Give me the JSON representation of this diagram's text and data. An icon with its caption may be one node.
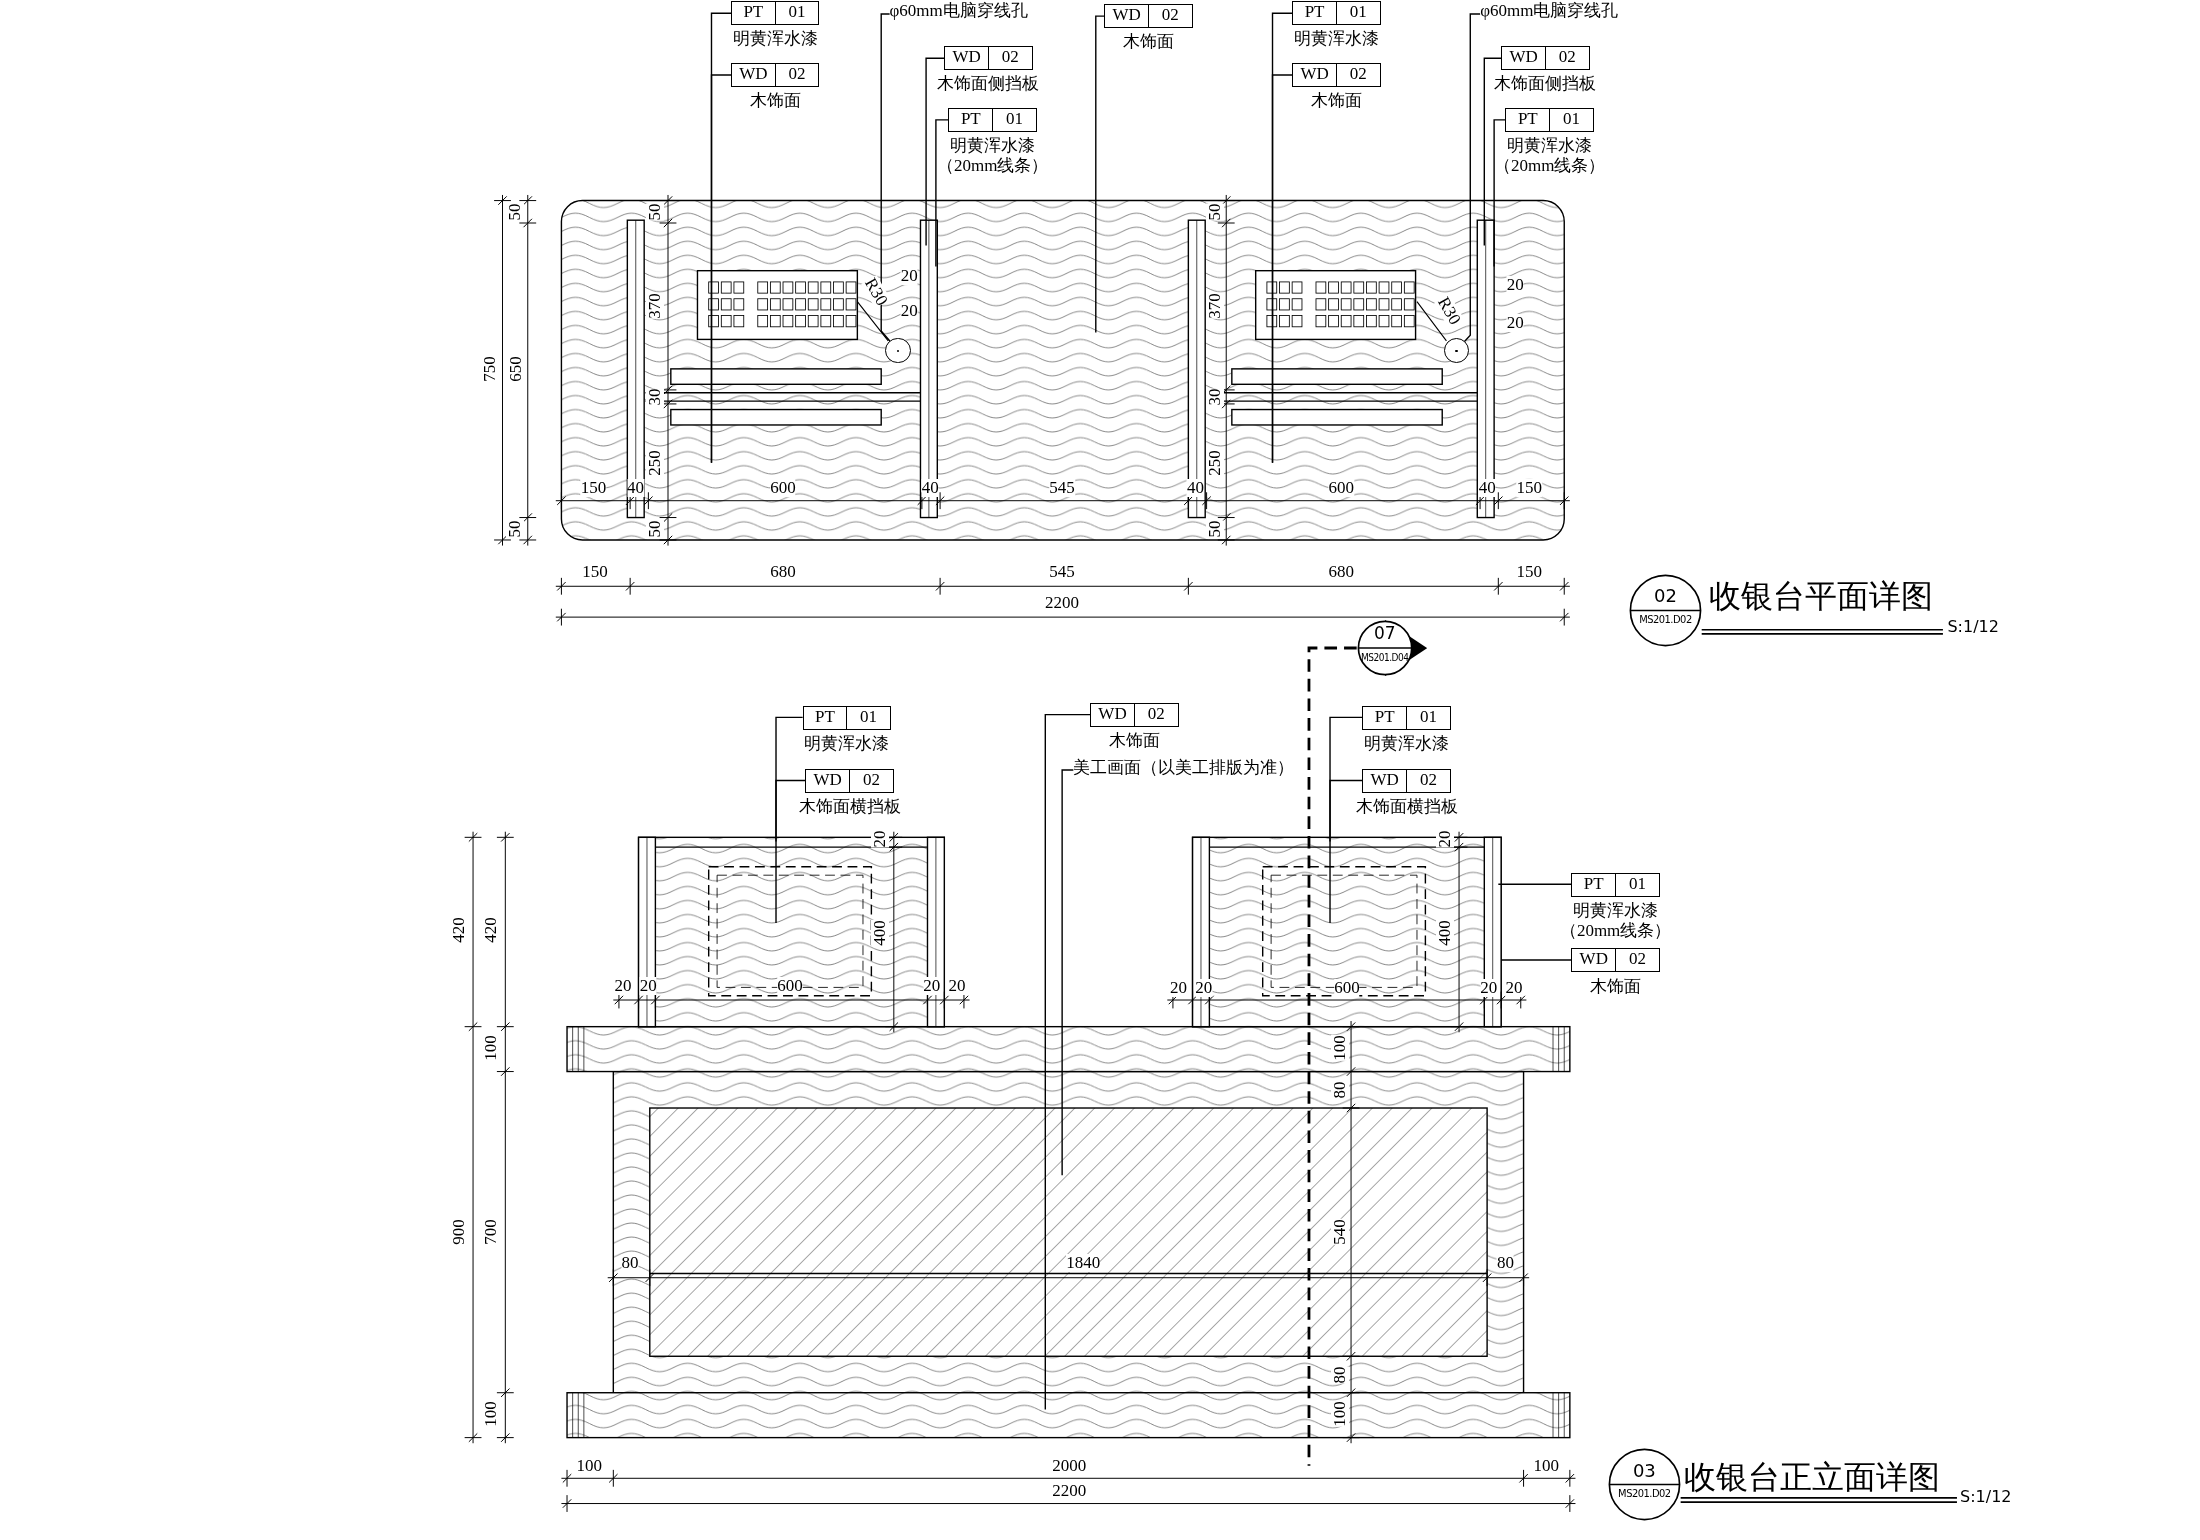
{
  "diagram": {
    "nodes": [
      {
        "text": [
          "PT",
          "01"
        ],
        "beside": [
          "明黄浑水漆"
        ]
      },
      {
        "text": [
          "WD",
          "02"
        ],
        "beside": [
          "木饰面"
        ]
      },
      {
        "text": [
          "φ60mm电脑穿线孔"
        ]
      },
      {
        "text": [
          "WD",
          "02"
        ],
        "beside": [
          "木饰面侧挡板"
        ]
      },
      {
        "text": [
          "PT",
          "01"
        ],
        "beside": [
          "明黄浑水漆（20mm线条）"
        ]
      },
      {
        "text": [
          "WD",
          "02"
        ],
        "beside": [
          "木饰面"
        ]
      },
      {
        "text": [
          "PT",
          "01"
        ],
        "beside": [
          "明黄浑水漆"
        ]
      },
      {
        "text": [
          "WD",
          "02"
        ],
        "beside": [
          "木饰面"
        ]
      },
      {
        "text": [
          "φ60mm电脑穿线孔"
        ]
      },
      {
        "text": [
          "WD",
          "02"
        ],
        "beside": [
          "木饰面侧挡板"
        ]
      },
      {
        "text": [
          "PT",
          "01"
        ],
        "beside": [
          "明黄浑水漆（20mm线条）"
        ]
      },
      {
        "text": [],
        "shape": "circle"
      },
      {
        "text": [],
        "shape": "circle"
      },
      {
        "text": [
          "02",
          "MS201.D02"
        ],
        "beside": [
          "收银台平面详图",
          "S:1/12"
        ]
      },
      {
        "text": [
          "07",
          "MS201.D04"
        ]
      },
      {
        "text": [
          "PT",
          "01"
        ],
        "beside": [
          "明黄浑水漆"
        ]
      },
      {
        "text": [
          "WD",
          "02"
        ],
        "beside": [
          "木饰面横挡板"
        ]
      },
      {
        "text": [
          "WD",
          "02"
        ],
        "beside": [
          "木饰面"
        ]
      },
      {
        "text": [
          "美工画面（以美工排版为准）"
        ]
      },
      {
        "text": [
          "PT",
          "01"
        ],
        "beside": [
          "明黄浑水漆"
        ]
      },
      {
        "text": [
          "WD",
          "02"
        ],
        "beside": [
          "木饰面横挡板"
        ]
      },
      {
        "text": [
          "PT",
          "01"
        ],
        "beside": [
          "明黄浑水漆（20mm线条）"
        ]
      },
      {
        "text": [
          "WD",
          "02"
        ],
        "beside": [
          "木饰面"
        ]
      },
      {
        "text": [
          "03",
          "MS201.D02"
        ],
        "beside": [
          "收银台正立面详图",
          "S:1/12"
        ]
      }
    ],
    "edges": [
      {
        "from": 0,
        "to": null,
        "arrow": "none"
      },
      {
        "from": 1,
        "to": null,
        "arrow": "none"
      },
      {
        "from": 2,
        "to": 11,
        "arrow": "none"
      },
      {
        "from": 3,
        "to": null,
        "arrow": "none"
      },
      {
        "from": 4,
        "to": null,
        "arrow": "none"
      },
      {
        "from": 5,
        "to": null,
        "arrow": "none"
      },
      {
        "from": 6,
        "to": null,
        "arrow": "none"
      },
      {
        "from": 7,
        "to": null,
        "arrow": "none"
      },
      {
        "from": 8,
        "to": 12,
        "arrow": "none"
      },
      {
        "from": 9,
        "to": null,
        "arrow": "none"
      },
      {
        "from": 10,
        "to": null,
        "arrow": "none"
      },
      {
        "from": 15,
        "to": null,
        "arrow": "none"
      },
      {
        "from": 16,
        "to": null,
        "arrow": "none"
      },
      {
        "from": 17,
        "to": null,
        "arrow": "none"
      },
      {
        "from": 18,
        "to": null,
        "arrow": "none"
      },
      {
        "from": 19,
        "to": null,
        "arrow": "none"
      },
      {
        "from": 20,
        "to": null,
        "arrow": "none"
      },
      {
        "from": 21,
        "to": null,
        "arrow": "none"
      },
      {
        "from": 22,
        "to": null,
        "arrow": "none"
      }
    ],
    "labels": [
      "750",
      "650",
      "50",
      "50",
      "50",
      "370",
      "30",
      "250",
      "50",
      "20",
      "20",
      "R30",
      "50",
      "370",
      "30",
      "250",
      "50",
      "R30",
      "20",
      "20",
      "150",
      "40",
      "600",
      "40",
      "545",
      "40",
      "600",
      "40",
      "150",
      "150",
      "680",
      "545",
      "680",
      "150",
      "2200",
      "420",
      "420",
      "100",
      "900",
      "700",
      "100",
      "20",
      "400",
      "20",
      "20",
      "600",
      "20",
      "20",
      "20",
      "400",
      "20",
      "20",
      "600",
      "20",
      "20",
      "100",
      "80",
      "540",
      "80",
      "100",
      "80",
      "1840",
      "80",
      "100",
      "2000",
      "100",
      "2200"
    ]
  }
}
